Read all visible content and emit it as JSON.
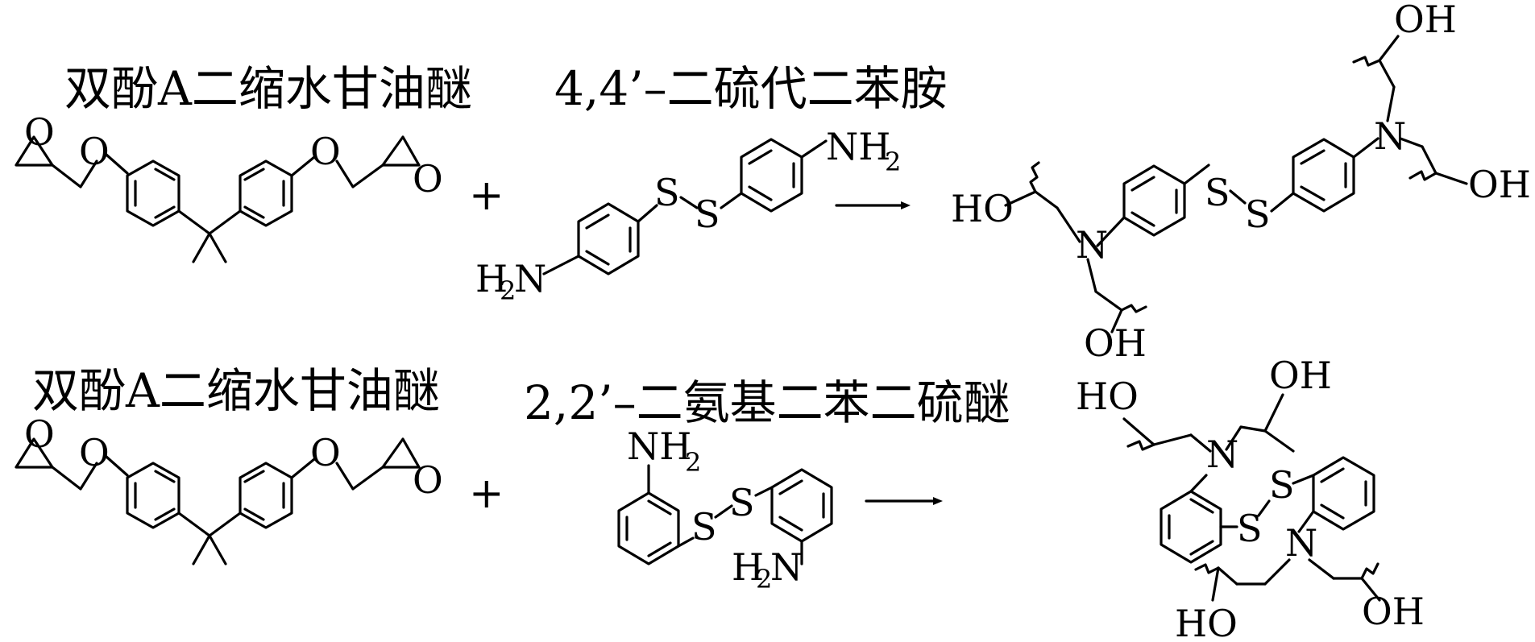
{
  "reaction1": {
    "reactant1_name": "双酚A二缩水甘油醚",
    "reactant2_name": "4,4’–二硫代二苯胺",
    "plus": "+"
  },
  "reaction2": {
    "reactant1_name": "双酚A二缩水甘油醚",
    "reactant2_name": "2,2’–二氨基二苯二硫醚",
    "plus": "+"
  },
  "atoms": {
    "O": "O",
    "S": "S",
    "N": "N",
    "NH": "NH",
    "H": "H",
    "OH": "OH",
    "HO": "HO",
    "sub2": "2"
  }
}
